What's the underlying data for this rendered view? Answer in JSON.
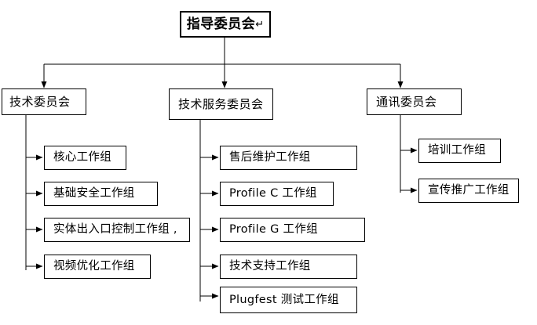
{
  "diagram": {
    "type": "organization-chart",
    "title_node": {
      "label": "指导委员会",
      "suffix_mark": "↵"
    },
    "level2": [
      {
        "id": "tech-committee",
        "label": "技术委员会"
      },
      {
        "id": "tech-service-committee",
        "label": "技术服务委员会"
      },
      {
        "id": "communication-committee",
        "label": "通讯委员会"
      }
    ],
    "branches": [
      {
        "parent": "技术委员会",
        "children": [
          {
            "label": "核心工作组"
          },
          {
            "label": "基础安全工作组"
          },
          {
            "label": "实体出入口控制工作组  ,"
          },
          {
            "label": "视频优化工作组"
          }
        ]
      },
      {
        "parent": "技术服务委员会",
        "children": [
          {
            "label": "售后维护工作组"
          },
          {
            "label": "Profile C 工作组"
          },
          {
            "label": "Profile G 工作组"
          },
          {
            "label": "技术支持工作组"
          },
          {
            "label": "Plugfest 测试工作组"
          }
        ]
      },
      {
        "parent": "通讯委员会",
        "children": [
          {
            "label": "培训工作组"
          },
          {
            "label": "宣传推广工作组"
          }
        ]
      }
    ],
    "colors": {
      "line": "#000000",
      "box_fill": "#ffffff",
      "text": "#000000"
    }
  }
}
